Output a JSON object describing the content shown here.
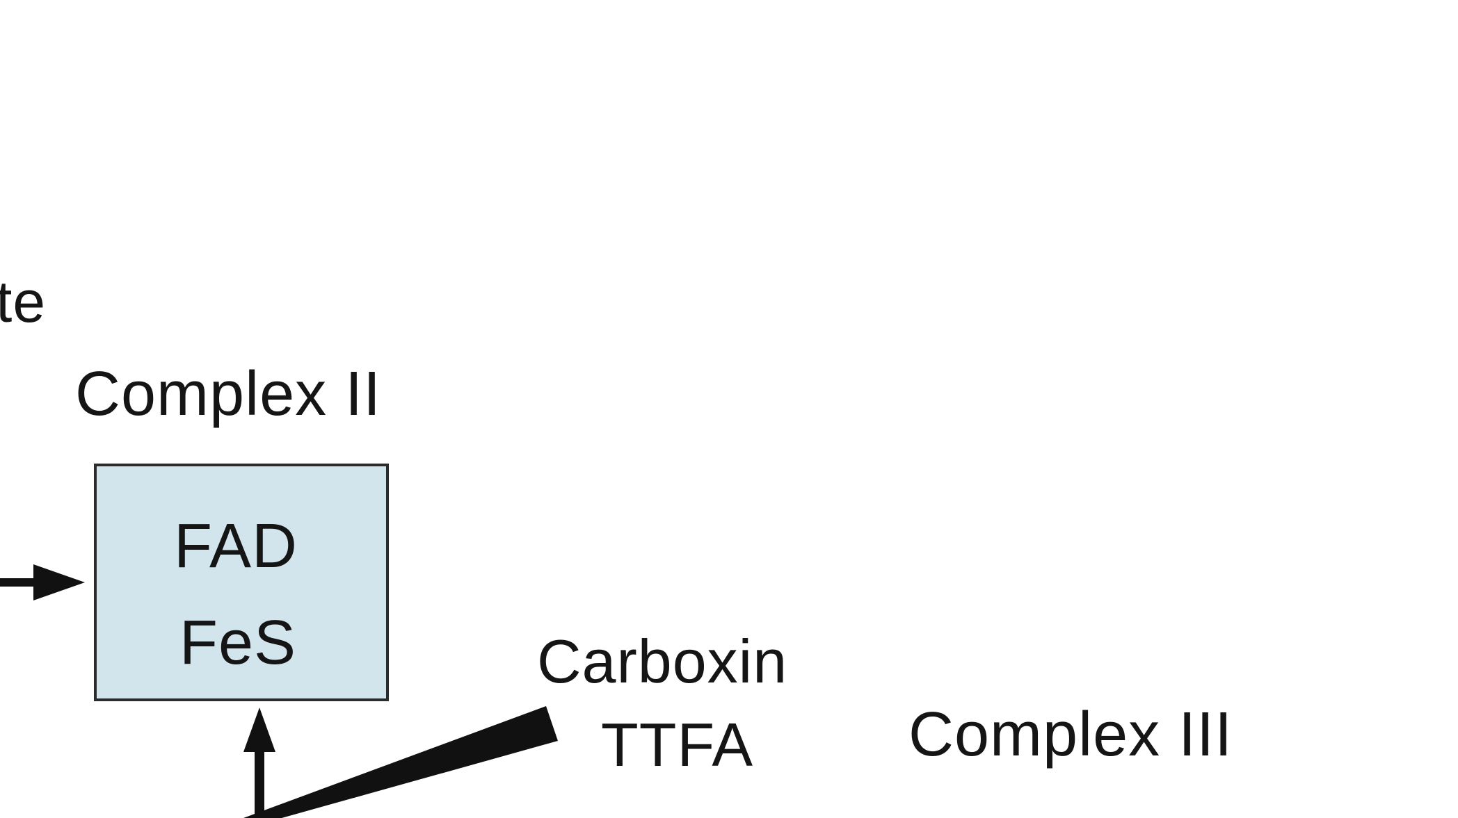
{
  "labels": {
    "cut_off_text": "te",
    "complex_ii": "Complex  II",
    "fad": "FAD",
    "fes": "FeS",
    "carboxin": "Carboxin",
    "ttfa": "TTFA",
    "complex_iii": "Complex  III"
  },
  "colors": {
    "box_fill": "#d2e5ec",
    "ink": "#151515"
  }
}
